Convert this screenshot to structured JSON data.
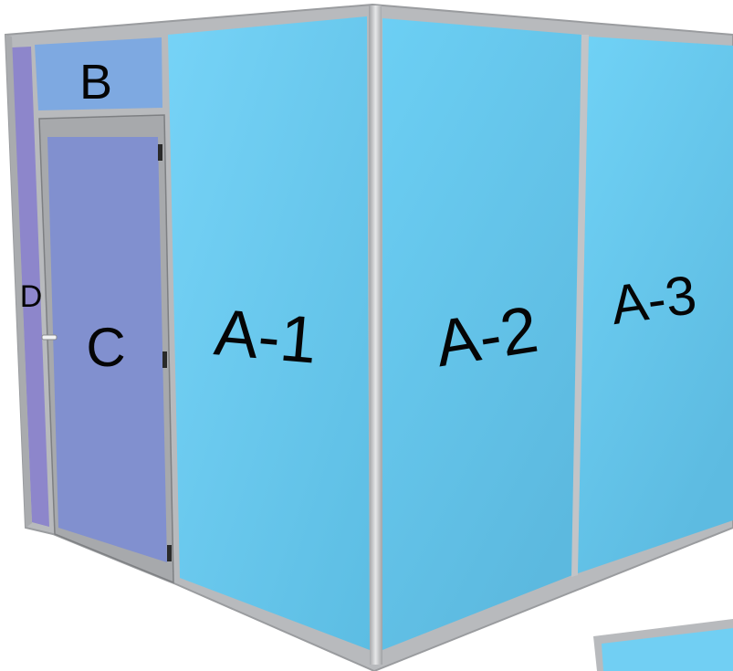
{
  "panels": {
    "a1": "A-1",
    "a2": "A-2",
    "a3": "A-3",
    "b": "B",
    "c": "C",
    "d": "D"
  },
  "colors": {
    "glass_panel": "#6ccbee",
    "transom_panel": "#7fa8e0",
    "door_panel": "#8291cf",
    "side_panel": "#8d86cb",
    "frame": "#b7b9bc",
    "frame_dark": "#8e9093"
  }
}
